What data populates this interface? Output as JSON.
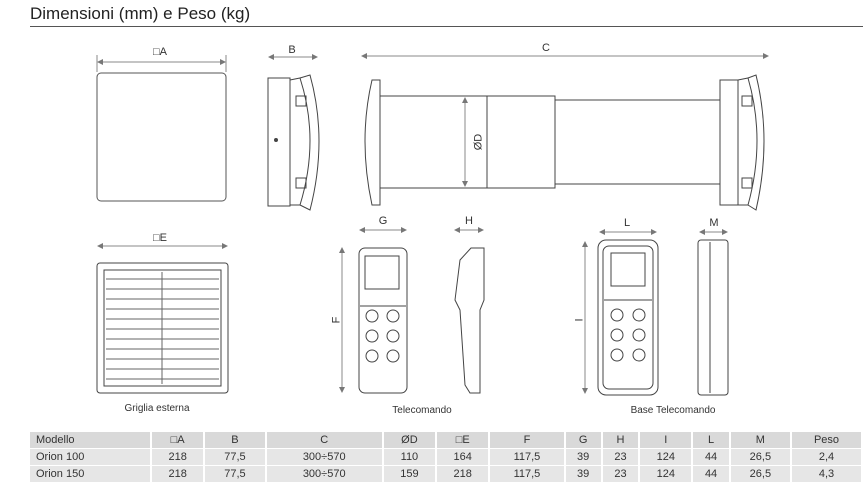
{
  "title": "Dimensioni (mm) e Peso (kg)",
  "dims": {
    "A": "□A",
    "B": "B",
    "C": "C",
    "D": "ØD",
    "E": "□E",
    "F": "F",
    "G": "G",
    "H": "H",
    "I": "I",
    "L": "L",
    "M": "M"
  },
  "captions": {
    "grill": "Griglia esterna",
    "remote": "Telecomando",
    "base": "Base Telecomando"
  },
  "table": {
    "headers": [
      "Modello",
      "□A",
      "B",
      "C",
      "ØD",
      "□E",
      "F",
      "G",
      "H",
      "I",
      "L",
      "M",
      "Peso"
    ],
    "rows": [
      [
        "Orion 100",
        "218",
        "77,5",
        "300÷570",
        "110",
        "164",
        "117,5",
        "39",
        "23",
        "124",
        "44",
        "26,5",
        "2,4"
      ],
      [
        "Orion 150",
        "218",
        "77,5",
        "300÷570",
        "159",
        "218",
        "117,5",
        "39",
        "23",
        "124",
        "44",
        "26,5",
        "4,3"
      ]
    ]
  }
}
